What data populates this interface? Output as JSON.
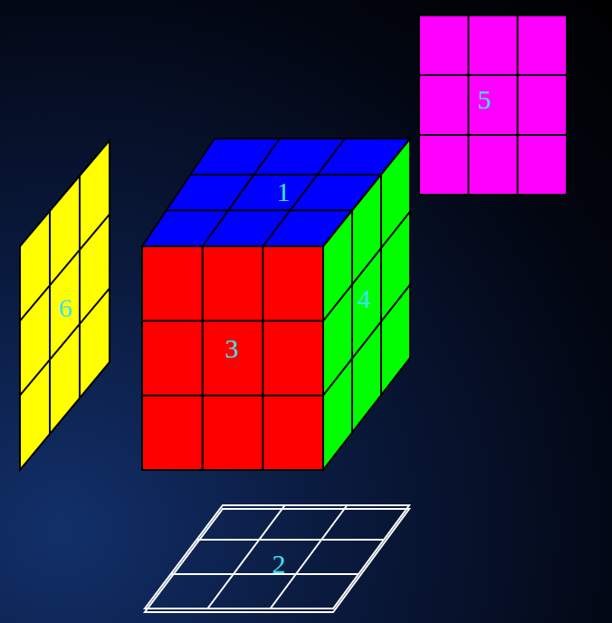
{
  "diagram": {
    "nodes": [
      {
        "text": [
          "5"
        ]
      },
      {
        "text": [
          "1"
        ]
      },
      {
        "text": [
          "6"
        ]
      },
      {
        "text": [
          "3"
        ]
      },
      {
        "text": [
          "4"
        ]
      },
      {
        "text": [
          "2"
        ]
      }
    ]
  }
}
